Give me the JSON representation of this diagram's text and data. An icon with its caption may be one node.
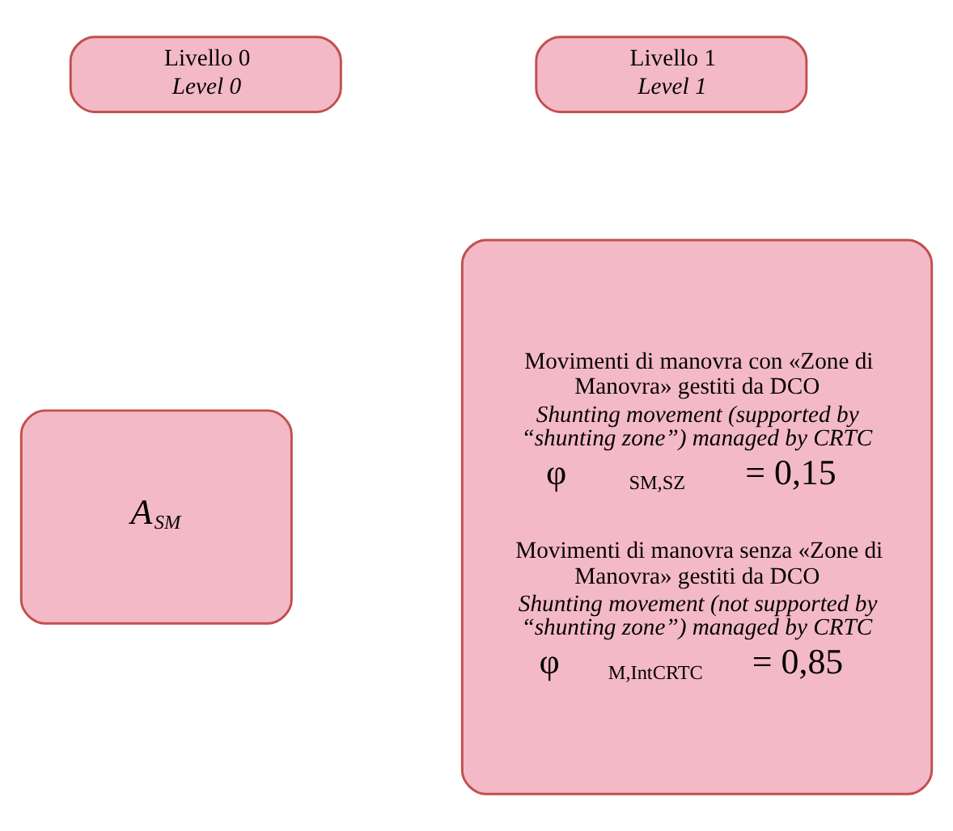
{
  "diagram": {
    "nodes": [
      {
        "text": [
          "Livello 0",
          "Level 0"
        ]
      },
      {
        "text": [
          "Livello 1",
          "Level 1"
        ]
      },
      {
        "text": [
          "A$_{SM}$"
        ]
      },
      {
        "text": [
          "Movimenti di manovra con «Zone di Manovra» gestiti da DCO",
          "Shunting movement (supported by “shunting zone”) managed by CRTC",
          "φ$_{SM,SZ}$ = 0,15",
          "Movimenti di manovra senza «Zone di Manovra» gestiti da DCO",
          "Shunting movement (not supported by “shunting zone”) managed by CRTC",
          "φ$_{M,IntCRTC}$ = 0,85"
        ]
      }
    ],
    "edges": []
  }
}
